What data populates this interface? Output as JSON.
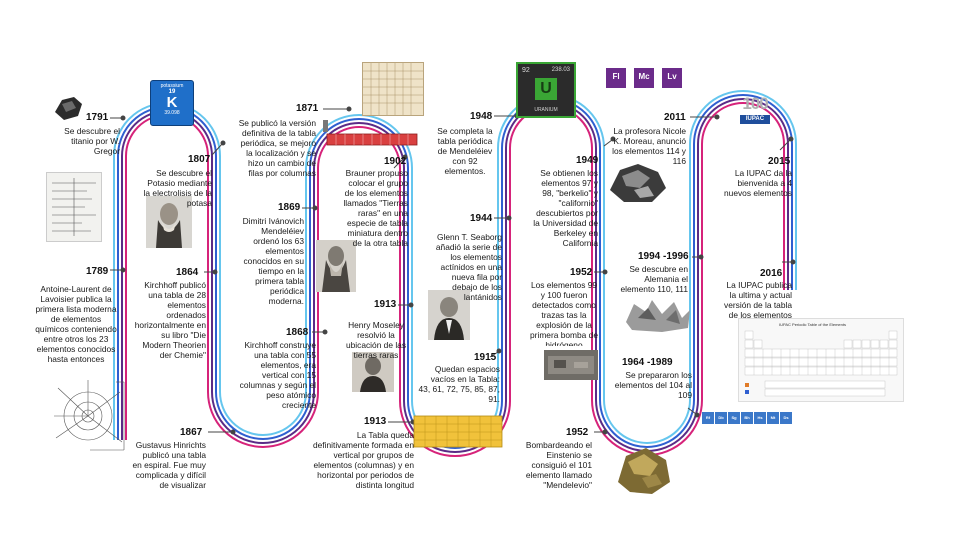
{
  "colors": {
    "magenta": "#d6237a",
    "purple": "#5b2b86",
    "blue": "#2f5fd0",
    "cyan": "#65c6ee",
    "connector": "#444444",
    "bar_red": "#d94040",
    "table_yellow": "#f1c23b",
    "uranium_green": "#3aa635",
    "potassium_blue": "#1f6fc9",
    "new_element_purple": "#6b2b8a"
  },
  "tiles": {
    "potassium": {
      "top": "potassium",
      "number": "19",
      "symbol": "K",
      "mass": "39.098"
    },
    "uranium": {
      "number": "92",
      "mass": "238.03",
      "symbol": "U",
      "name": "URANIUM"
    },
    "new_elements": [
      "Fl",
      "Mc",
      "Lv"
    ],
    "blue_row": [
      "Rf",
      "Db",
      "Sg",
      "Bh",
      "Hs",
      "Mt",
      "Ds"
    ],
    "iupac": {
      "number": "100",
      "label": "IUPAC"
    }
  },
  "events": [
    {
      "year": "1791",
      "text": "Se descubre el titanio por W. Gregor"
    },
    {
      "year": "1807",
      "text": "Se descubre el Potasio mediante la electrolisis de la potasa"
    },
    {
      "year": "1789",
      "text": "Antoine-Laurent de Lavoisier publica la primera lista moderna de elementos químicos conteniendo entre otros los 23 elementos conocidos hasta entonces"
    },
    {
      "year": "1864",
      "text": "Kirchhoff publicó una tabla de 28 elementos ordenados horizontalmente en su libro \"Die Modern Theorien der Chemie\""
    },
    {
      "year": "1867",
      "text": "Gustavus Hinrichts publicó una tabla en espiral. Fue muy complicada y difícil de visualizar"
    },
    {
      "year": "1871",
      "text": "Se publicó la versión definitiva de la tabla periódica, se mejoro la localización y se hizo un cambio de filas por columnas"
    },
    {
      "year": "1869",
      "text": "Dimitri Ivánovich Mendeléiev ordenó los 63 elementos conocidos en su tiempo en la primera tabla periódica moderna."
    },
    {
      "year": "1868",
      "text": "Kirchhoff construye una tabla con 55 elementos, era vertical con 15 columnas y según el peso atómico creciente"
    },
    {
      "year": "1902",
      "text": "Brauner propuso colocar el grupo de los elementos llamados \"Tierras raras\" en una especie de tabla miniatura dentro de la otra tabla"
    },
    {
      "year": "1913",
      "text": "Henry Moseley resolvió la ubicación de las tierras raras"
    },
    {
      "year": "1913",
      "text": "La Tabla queda definitivamente formada en vertical por grupos de elementos (columnas) y en horizontal por periodos de distinta longitud"
    },
    {
      "year": "1915",
      "text": "Quedan espacios vacíos en la Tabla: 43, 61, 72, 75, 85, 87, 91."
    },
    {
      "year": "1948",
      "text": "Se completa la tabla periódica de Mendeléiev con 92 elementos."
    },
    {
      "year": "1944",
      "text": "Glenn T. Seaborg añadió la serie de los elementos actínidos en una nueva fila por debajo de los lantánidos"
    },
    {
      "year": "1949",
      "text": "Se obtienen los elementos 97 y 98, \"berkelio\" y \"californio\" descubiertos por la Universidad de Berkeley en California"
    },
    {
      "year": "1952",
      "text": "Los elementos 99 y 100 fueron detectados como trazas tas la explosión de la primera bomba de hidrógeno"
    },
    {
      "year": "1952",
      "text": "Bombardeando el Einstenio se consiguió el 101 elemento llamado \"Mendelevio\""
    },
    {
      "year": "2011",
      "text": "La profesora Nicole K. Moreau, anunció los elementos 114 y 116"
    },
    {
      "year": "1994 -1996",
      "text": "Se descubre en Alemania el elemento 110, 111 y 112"
    },
    {
      "year": "1964 -1989",
      "text": "Se prepararon los elementos del 104 al 109"
    },
    {
      "year": "2015",
      "text": "La IUPAC da la bienvenida a 4 nuevos elementos"
    },
    {
      "year": "2016",
      "text": "La IUPAC publica la ultima y actual versión de la tabla de los elementos"
    }
  ],
  "iupac_table_title": "IUPAC Periodic Table of the Elements"
}
